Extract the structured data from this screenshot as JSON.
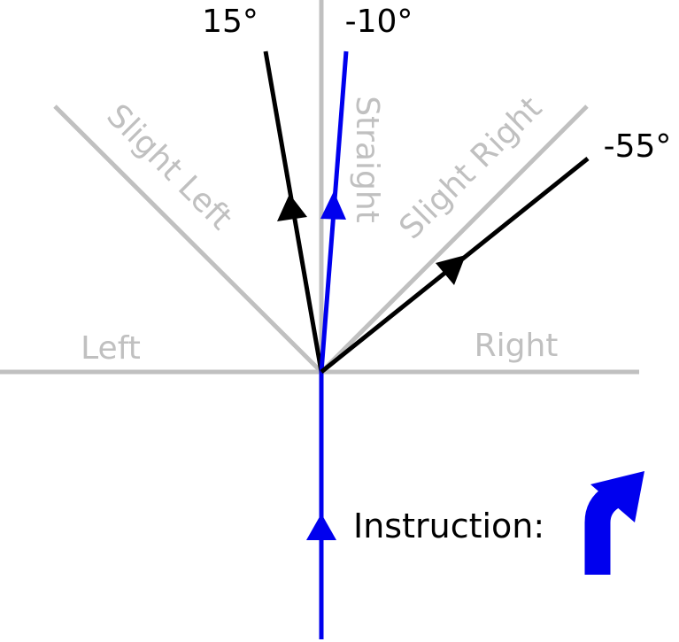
{
  "zones": {
    "left": "Left",
    "slight_left": "Slight Left",
    "straight": "Straight",
    "slight_right": "Slight Right",
    "right": "Right"
  },
  "candidate_paths": [
    {
      "angle_label": "15°",
      "color": "#000000"
    },
    {
      "angle_label": "-10°",
      "color": "#0000ee"
    },
    {
      "angle_label": "-55°",
      "color": "#000000"
    }
  ],
  "incoming_path": {
    "color": "#0000ee"
  },
  "zone_line_color": "#c0c0c0",
  "instruction": {
    "label": "Instruction:",
    "icon": "turn-slight-right-icon",
    "icon_color": "#0000ee"
  }
}
